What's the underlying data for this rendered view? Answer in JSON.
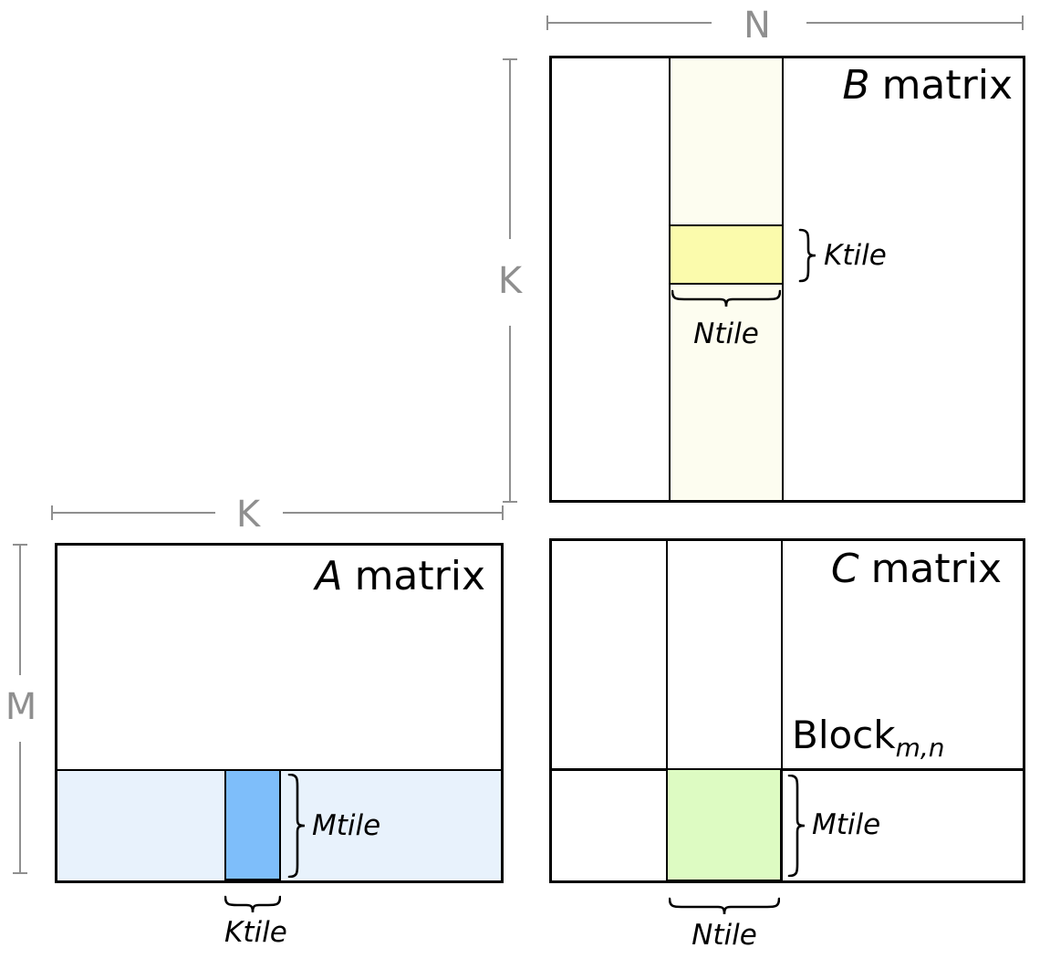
{
  "colors": {
    "background": "#ffffff",
    "border": "#000000",
    "dim_gray": "#8f8f8f",
    "strip_ivory": "#fdfdf0",
    "tile_yellow": "#fbfbac",
    "strip_blue": "#e8f2fc",
    "tile_blue": "#7ebefa",
    "tile_green": "#ddfbc2"
  },
  "b_matrix": {
    "title_letter": "B",
    "title_word": "matrix",
    "ktile_label": "Ktile",
    "ntile_label": "Ntile"
  },
  "a_matrix": {
    "title_letter": "A",
    "title_word": "matrix",
    "mtile_label": "Mtile",
    "ktile_label": "Ktile"
  },
  "c_matrix": {
    "title_letter": "C",
    "title_word": "matrix",
    "mtile_label": "Mtile",
    "ntile_label": "Ntile",
    "block_base": "Block",
    "block_subscript": "m,n"
  },
  "dimensions": {
    "n": "N",
    "k_vertical": "K",
    "k_horizontal": "K",
    "m": "M"
  }
}
